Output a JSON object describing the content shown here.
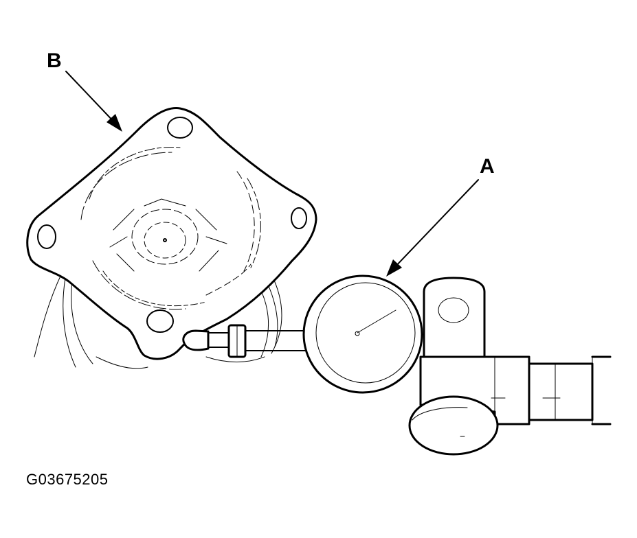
{
  "callouts": {
    "a": "A",
    "b": "B"
  },
  "figure_code": "G03675205",
  "colors": {
    "line": "#000000",
    "background": "#ffffff"
  }
}
